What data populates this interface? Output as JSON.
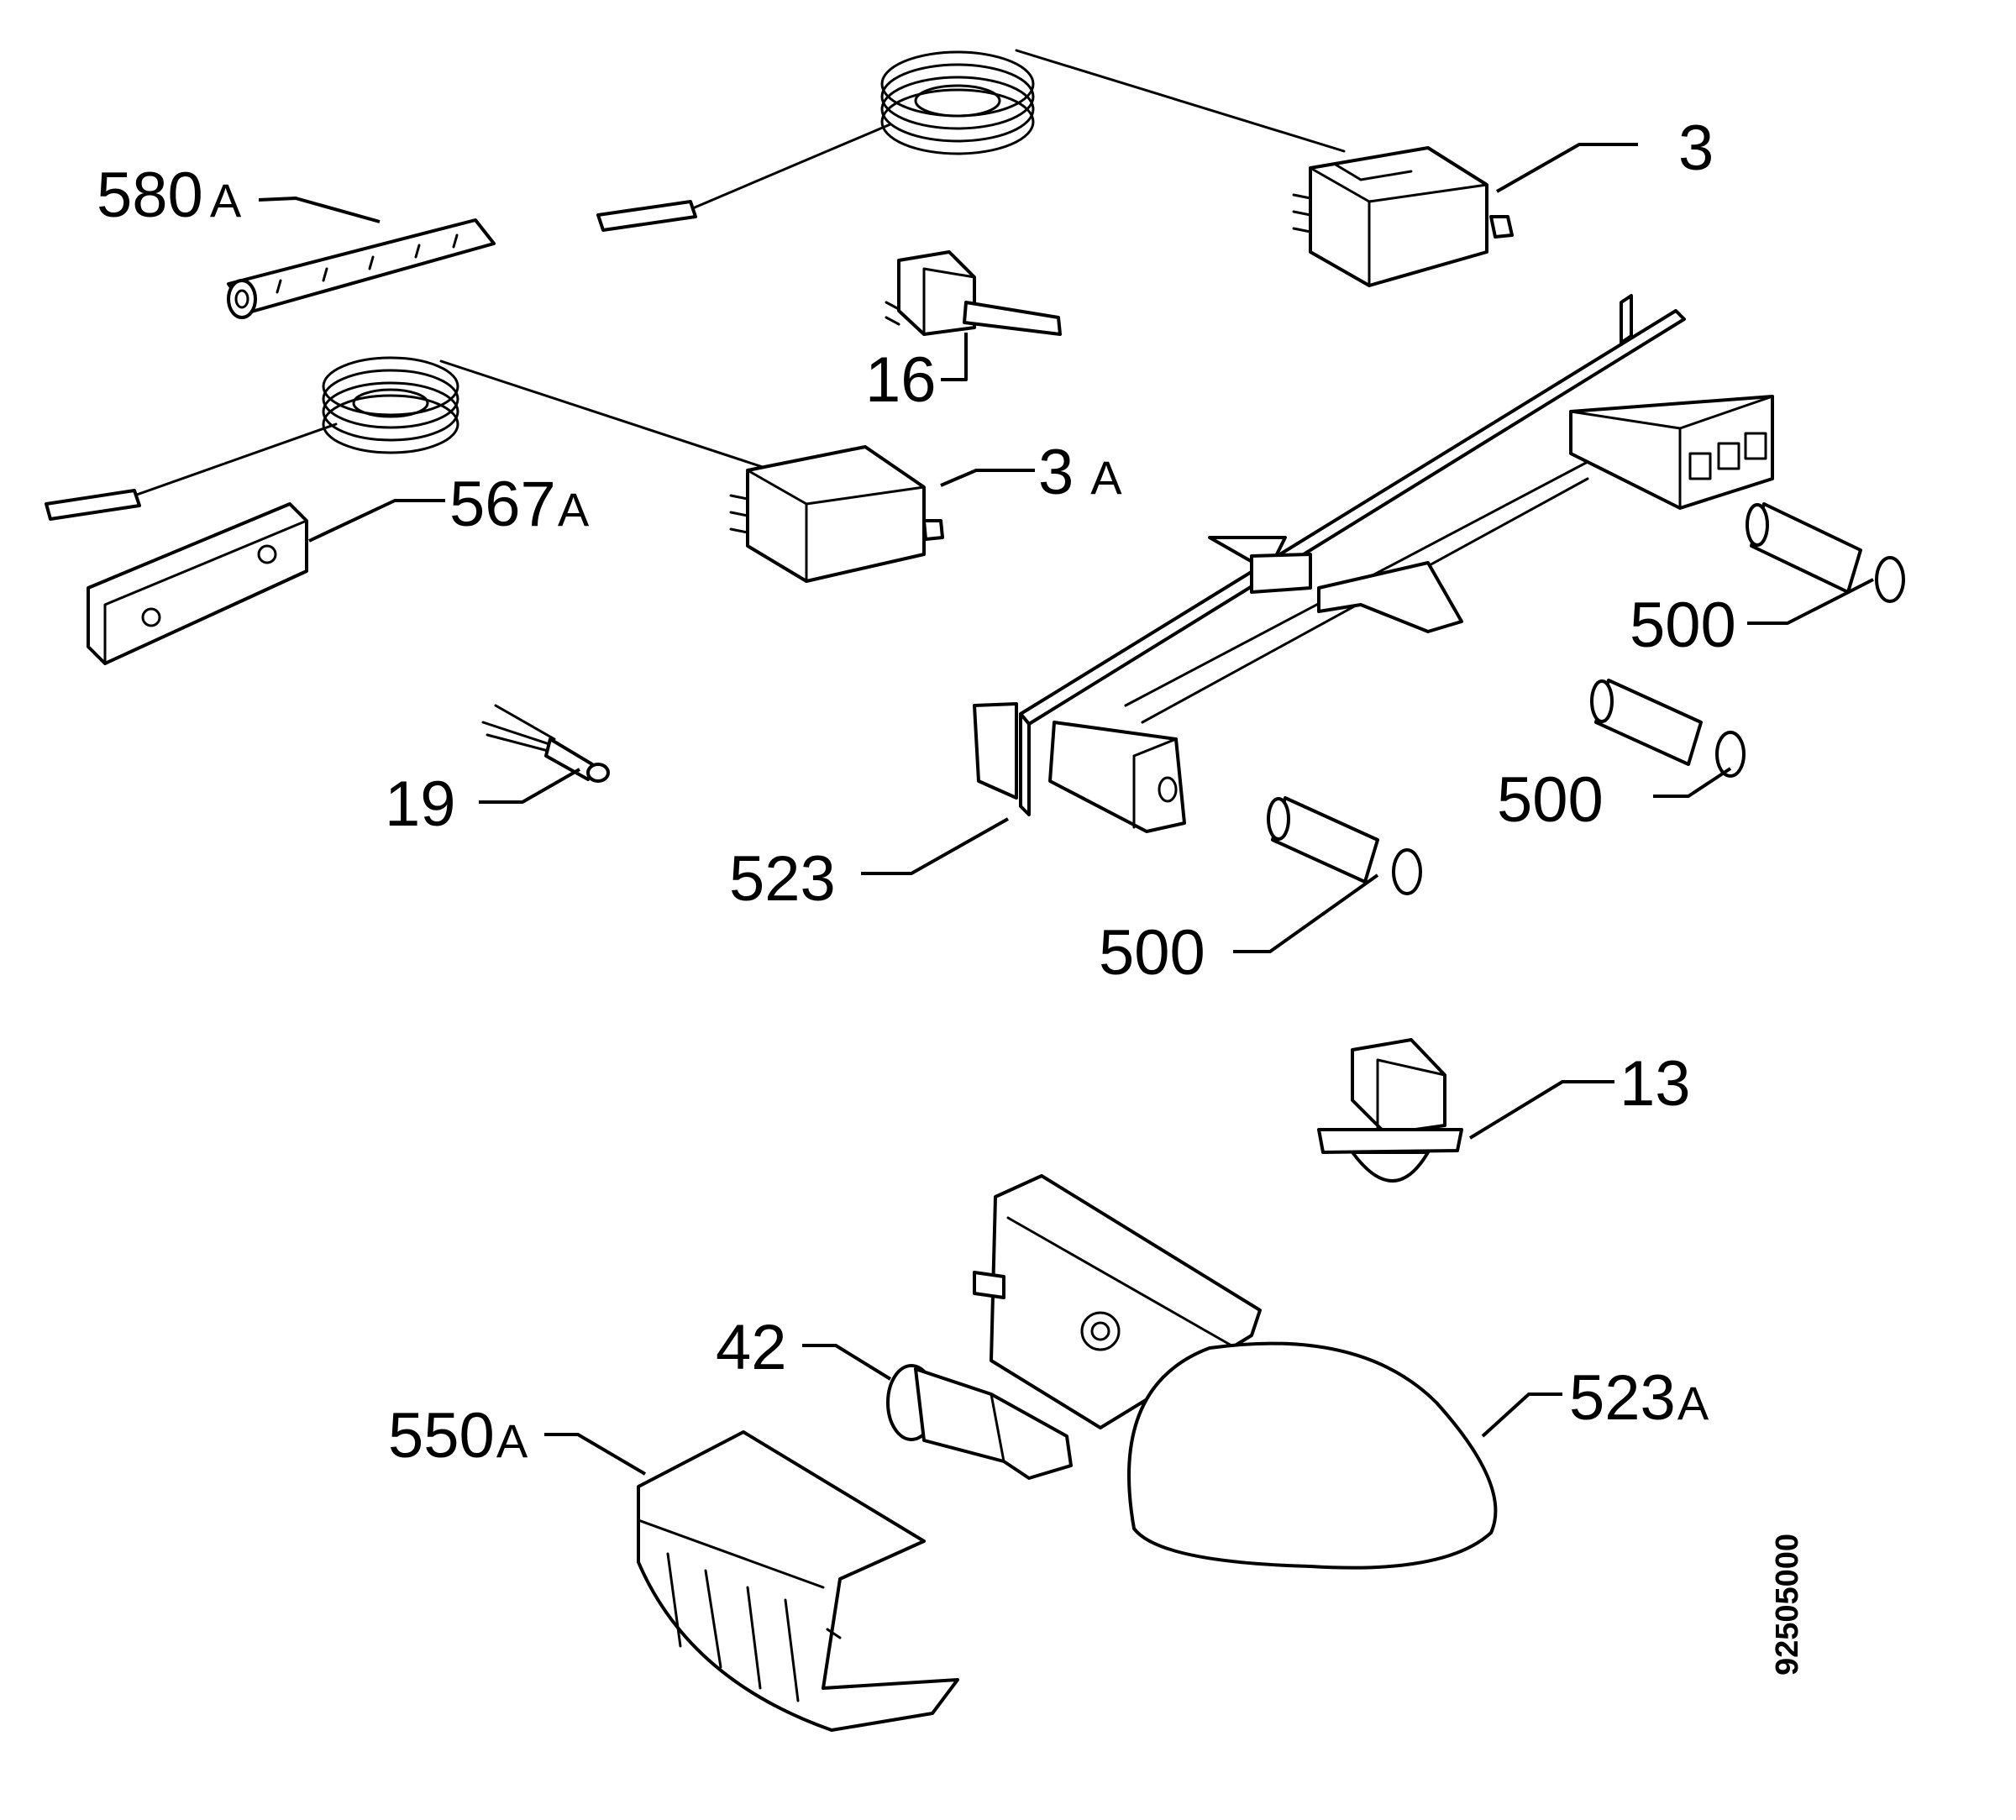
{
  "callouts": {
    "c580a": {
      "num": "580",
      "suffix": "A"
    },
    "c3": {
      "num": "3",
      "suffix": ""
    },
    "c16": {
      "num": "16",
      "suffix": ""
    },
    "c3a": {
      "num": "3",
      "suffix": "A"
    },
    "c567a": {
      "num": "567",
      "suffix": "A"
    },
    "c19": {
      "num": "19",
      "suffix": ""
    },
    "c523": {
      "num": "523",
      "suffix": ""
    },
    "c500a": {
      "num": "500",
      "suffix": ""
    },
    "c500b": {
      "num": "500",
      "suffix": ""
    },
    "c500c": {
      "num": "500",
      "suffix": ""
    },
    "c13": {
      "num": "13",
      "suffix": ""
    },
    "c42": {
      "num": "42",
      "suffix": ""
    },
    "c550a": {
      "num": "550",
      "suffix": "A"
    },
    "c523a": {
      "num": "523",
      "suffix": "A"
    }
  },
  "drawing_code": "92505000"
}
